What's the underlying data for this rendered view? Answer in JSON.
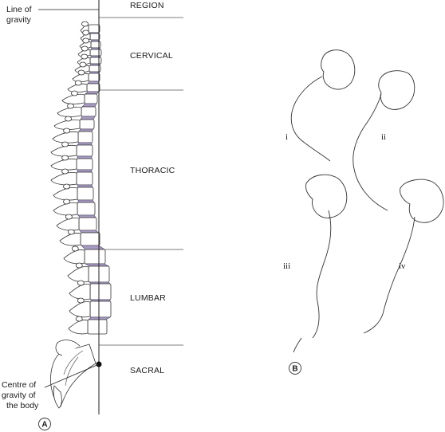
{
  "panel_a": {
    "gravity_label": [
      "Line of",
      "gravity"
    ],
    "centre_label": [
      "Centre of",
      "gravity of",
      "the body"
    ],
    "regions": {
      "header": "REGION",
      "cervical": "CERVICAL",
      "thoracic": "THORACIC",
      "lumbar": "LUMBAR",
      "sacral": "SACRAL"
    },
    "badge": "A"
  },
  "panel_b": {
    "postures": [
      "i",
      "ii",
      "iii",
      "iv"
    ],
    "badge": "B"
  },
  "colors": {
    "disc": "#a89bc2",
    "line": "#333333"
  }
}
